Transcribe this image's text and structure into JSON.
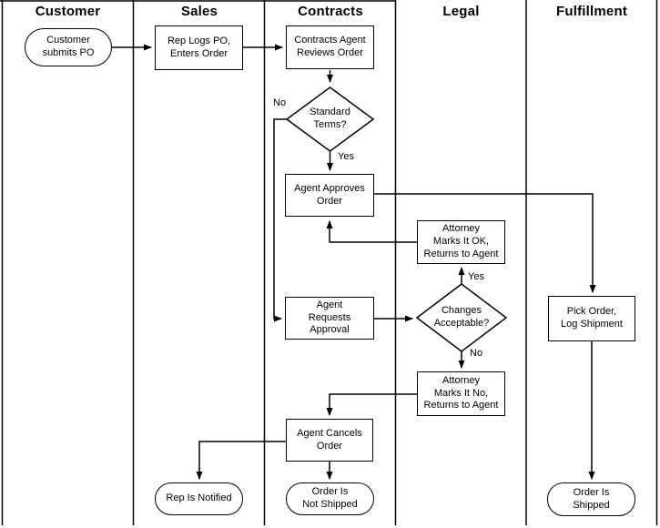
{
  "diagram": {
    "title_implied": "Purchase order approval swimlane flowchart",
    "lanes": [
      {
        "label": "Customer"
      },
      {
        "label": "Sales"
      },
      {
        "label": "Contracts"
      },
      {
        "label": "Legal"
      },
      {
        "label": "Fulfillment"
      }
    ],
    "nodes": {
      "customer_submits_po": {
        "type": "terminator",
        "lane": "Customer",
        "label": "Customer\nsubmits PO"
      },
      "rep_logs_po": {
        "type": "process",
        "lane": "Sales",
        "label": "Rep Logs PO,\nEnters Order"
      },
      "contracts_agent_reviews_order": {
        "type": "process",
        "lane": "Contracts",
        "label": "Contracts Agent\nReviews Order"
      },
      "standard_terms": {
        "type": "decision",
        "lane": "Contracts",
        "label": "Standard\nTerms?"
      },
      "agent_approves_order": {
        "type": "process",
        "lane": "Contracts",
        "label": "Agent Approves\nOrder"
      },
      "attorney_marks_ok": {
        "type": "process",
        "lane": "Legal",
        "label": "Attorney\nMarks It OK,\nReturns to Agent"
      },
      "agent_requests_approval": {
        "type": "process",
        "lane": "Contracts",
        "label": "Agent\nRequests\nApproval"
      },
      "changes_acceptable": {
        "type": "decision",
        "lane": "Legal",
        "label": "Changes\nAcceptable?"
      },
      "attorney_marks_no": {
        "type": "process",
        "lane": "Legal",
        "label": "Attorney\nMarks It No,\nReturns to Agent"
      },
      "agent_cancels_order": {
        "type": "process",
        "lane": "Contracts",
        "label": "Agent Cancels\nOrder"
      },
      "pick_order_log_shipment": {
        "type": "process",
        "lane": "Fulfillment",
        "label": "Pick Order,\nLog Shipment"
      },
      "rep_is_notified": {
        "type": "terminator",
        "lane": "Sales",
        "label": "Rep Is Notified"
      },
      "order_is_not_shipped": {
        "type": "terminator",
        "lane": "Contracts",
        "label": "Order Is\nNot Shipped"
      },
      "order_is_shipped": {
        "type": "terminator",
        "lane": "Fulfillment",
        "label": "Order Is\nShipped"
      }
    },
    "edge_labels": {
      "standard_terms_no": "No",
      "standard_terms_yes": "Yes",
      "changes_acceptable_yes": "Yes",
      "changes_acceptable_no": "No"
    },
    "colors": {
      "line": "#000000",
      "background": "#ffffff",
      "text": "#000000"
    }
  }
}
